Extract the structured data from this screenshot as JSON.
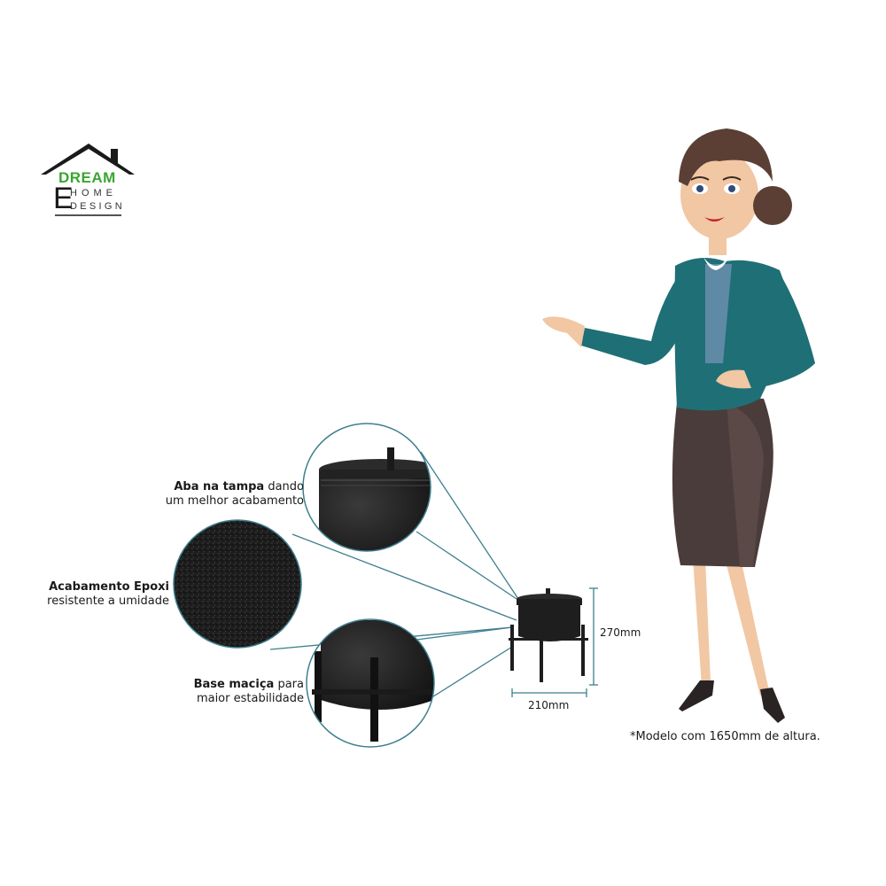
{
  "logo": {
    "line1": "DREAM",
    "letter": "E",
    "line2": "HOME",
    "line3": "DESIGN"
  },
  "callouts": [
    {
      "bold": "Aba na tampa",
      "rest": " dando",
      "line2": "um melhor acabamento"
    },
    {
      "bold": "Acabamento Epoxi",
      "rest": "",
      "line2": "resistente a umidade"
    },
    {
      "bold": "Base maciça",
      "rest": " para",
      "line2": "maior estabilidade"
    }
  ],
  "dimensions": {
    "height": "270mm",
    "width": "210mm"
  },
  "note": "*Modelo com 1650mm de altura.",
  "colors": {
    "brand_green": "#3aa531",
    "pointer_line": "#3d7f8e",
    "product": "#1e1e1e",
    "jacket": "#1f6f76",
    "skirt": "#4a3c3a"
  },
  "icons": [
    "house-roof-icon"
  ]
}
